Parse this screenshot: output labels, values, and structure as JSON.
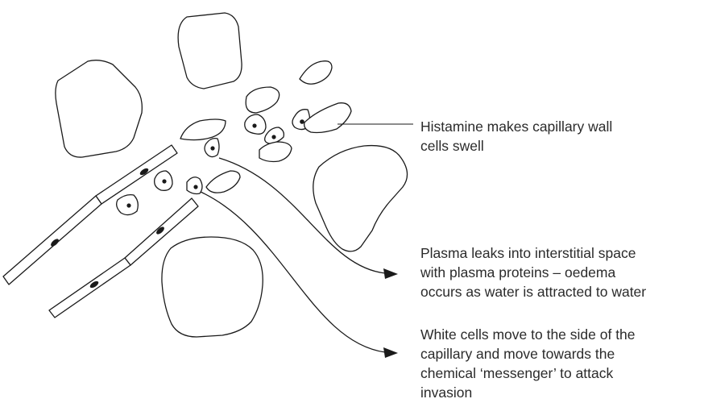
{
  "callouts": {
    "histamine": {
      "lines": [
        "Histamine makes capillary wall",
        "cells swell"
      ]
    },
    "plasma": {
      "lines": [
        "Plasma leaks into interstitial space",
        "with plasma proteins – oedema",
        "occurs as water is attracted to water"
      ]
    },
    "white_cells": {
      "lines": [
        "White cells move to the side of the",
        "capillary and move towards the",
        "chemical  ‘messenger’ to attack",
        "invasion"
      ]
    }
  },
  "colors": {
    "line": "#1a1a1a",
    "text": "#2b2b2b",
    "background": "#ffffff"
  }
}
